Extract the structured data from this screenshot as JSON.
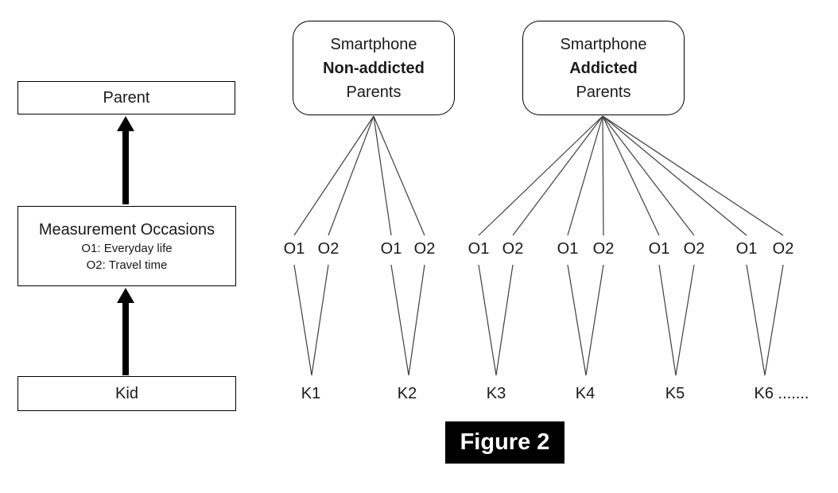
{
  "figure_caption": "Figure 2",
  "colors": {
    "line": "#3f3f3f",
    "box_border": "#000000",
    "arrow": "#000000",
    "caption_bg": "#000000",
    "caption_text": "#ffffff"
  },
  "levels_panel": {
    "parent": "Parent",
    "measurement_title": "Measurement Occasions",
    "measurement_o1": "O1: Everyday life",
    "measurement_o2": "O2: Travel time",
    "kid": "Kid"
  },
  "parent_groups": [
    {
      "line1": "Smartphone",
      "line2": "Non-addicted",
      "line3": "Parents"
    },
    {
      "line1": "Smartphone",
      "line2": "Addicted",
      "line3": "Parents"
    }
  ],
  "kid_units": [
    {
      "o1": "O1",
      "o2": "O2",
      "kid": "K1"
    },
    {
      "o1": "O1",
      "o2": "O2",
      "kid": "K2"
    },
    {
      "o1": "O1",
      "o2": "O2",
      "kid": "K3"
    },
    {
      "o1": "O1",
      "o2": "O2",
      "kid": "K4"
    },
    {
      "o1": "O1",
      "o2": "O2",
      "kid": "K5"
    },
    {
      "o1": "O1",
      "o2": "O2",
      "kid": "K6 ......."
    }
  ]
}
